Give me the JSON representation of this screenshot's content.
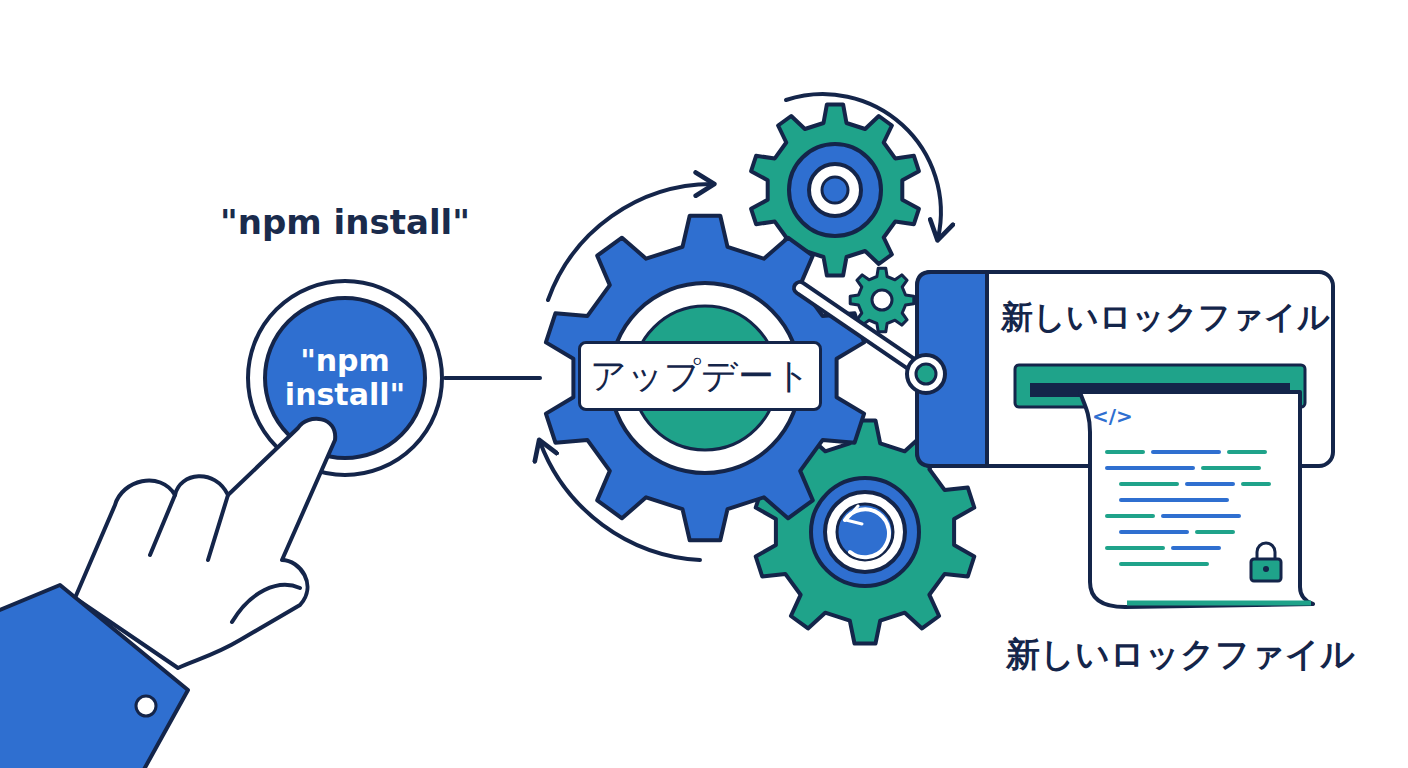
{
  "diagram": {
    "nodes": [
      {
        "text": [
          "\"npm install\"",
          "\"npm install\""
        ]
      },
      {
        "text": [
          "アップデート"
        ]
      },
      {
        "text": [
          "新しいロックファイル"
        ]
      },
      {
        "text": [
          "新しいロックファイル"
        ]
      }
    ],
    "edges": [
      {
        "from": 0,
        "to": 1,
        "arrow": "none"
      }
    ],
    "labels": [
      "</>"
    ]
  }
}
